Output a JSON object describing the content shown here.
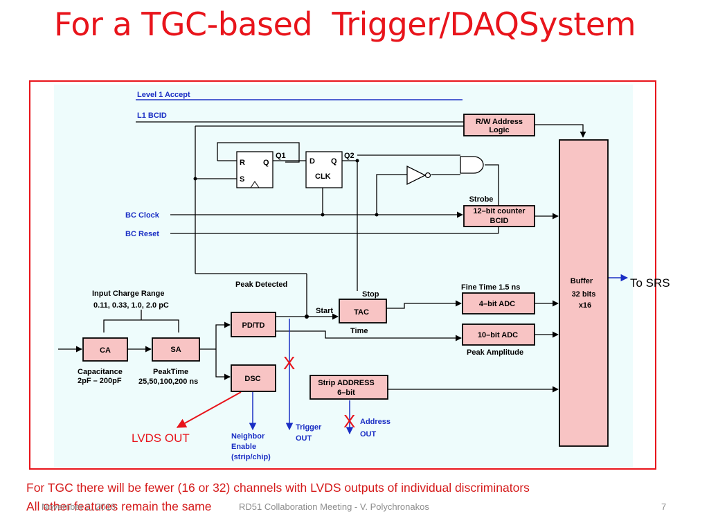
{
  "slide": {
    "title": "For a TGC-based  Trigger/DAQSystem",
    "footnote_line1": "For TGC there will be fewer (16 or 32) channels with LVDS outputs of individual discriminators",
    "footnote_line2": "All other features remain the same",
    "footer_date": "November 2, 2010",
    "footer_center": "RD51 Collaboration Meeting - V. Polychronakos",
    "page_number": "7"
  },
  "diagram": {
    "signals": {
      "level1_accept": "Level 1 Accept",
      "l1_bcid": "L1 BCID",
      "bc_clock": "BC Clock",
      "bc_reset": "BC Reset"
    },
    "flipflop_rs": {
      "r": "R",
      "q": "Q",
      "s": "S",
      "out_label": "Q1"
    },
    "flipflop_d": {
      "d": "D",
      "q": "Q",
      "clk": "CLK",
      "out_label": "Q2"
    },
    "blocks": {
      "rw_address_line1": "R/W Address",
      "rw_address_line2": "Logic",
      "counter_line1": "12–bit counter",
      "counter_line2": "BCID",
      "strobe": "Strobe",
      "buffer_line1": "Buffer",
      "buffer_line2": "32 bits",
      "buffer_line3": "x16",
      "ca": "CA",
      "sa": "SA",
      "pdtd": "PD/TD",
      "dsc": "DSC",
      "tac": "TAC",
      "adc4": "4–bit ADC",
      "adc10": "10–bit ADC",
      "strip_line1": "Strip ADDRESS",
      "strip_line2": "6–bit"
    },
    "labels": {
      "input_range": "Input Charge Range",
      "input_values": "0.11, 0.33, 1.0, 2.0 pC",
      "capacitance": "Capacitance",
      "capacitance_values": "2pF – 200pF",
      "peaktime": "PeakTime",
      "peaktime_values": "25,50,100,200 ns",
      "peak_detected": "Peak Detected",
      "start": "Start",
      "stop": "Stop",
      "time": "Time",
      "fine_time": "Fine Time 1.5 ns",
      "peak_amplitude": "Peak Amplitude",
      "neighbor1": "Neighbor",
      "neighbor2": "Enable",
      "neighbor3": "(strip/chip)",
      "trigger1": "Trigger",
      "trigger2": "OUT",
      "address1": "Address",
      "address2": "OUT"
    },
    "annotations": {
      "to_srs": "To SRS",
      "lvds_out": "LVDS OUT",
      "x_mark_trigger": "X",
      "x_mark_address": "X"
    },
    "colors": {
      "panel_bg": "#eefcfc",
      "block_fill": "#f8c4c4",
      "signal_blue": "#1a2ec4",
      "title_red": "#e8141b",
      "line": "#000000"
    }
  }
}
